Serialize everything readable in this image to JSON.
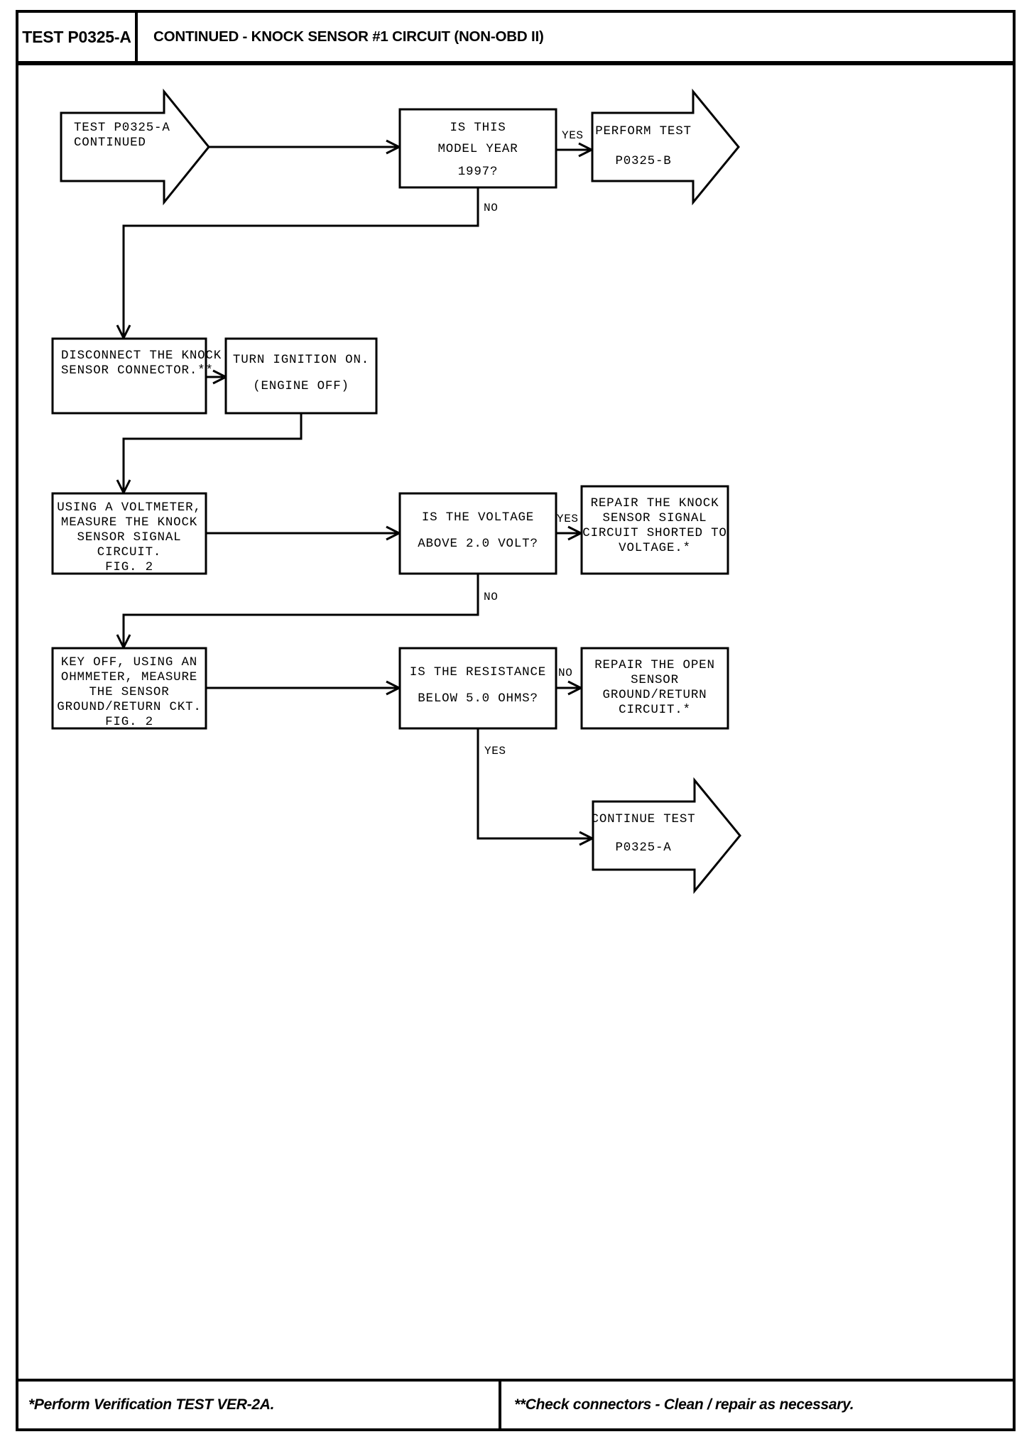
{
  "header": {
    "test_id": "TEST P0325-A",
    "title": "CONTINUED - KNOCK SENSOR #1 CIRCUIT (NON-OBD II)"
  },
  "footer": {
    "note_left": "*Perform Verification TEST VER-2A.",
    "note_right": "**Check connectors - Clean / repair as necessary."
  },
  "chart_data": {
    "type": "diagram",
    "title": "CONTINUED - KNOCK SENSOR #1 CIRCUIT (NON-OBD II)",
    "nodes": [
      {
        "id": "start",
        "shape": "arrow-block",
        "lines": [
          "TEST P0325-A",
          "CONTINUED"
        ],
        "align": "left"
      },
      {
        "id": "q-model-year",
        "shape": "rect",
        "lines": [
          "IS THIS",
          "MODEL YEAR",
          "1997?"
        ],
        "align": "center"
      },
      {
        "id": "perform-test-b",
        "shape": "arrow-block",
        "lines": [
          "PERFORM TEST",
          "P0325-B"
        ],
        "align": "center"
      },
      {
        "id": "disconnect-connector",
        "shape": "rect",
        "lines": [
          "DISCONNECT THE KNOCK",
          "SENSOR CONNECTOR.**"
        ],
        "align": "left"
      },
      {
        "id": "turn-ignition-on",
        "shape": "rect",
        "lines": [
          "TURN IGNITION ON.",
          "(ENGINE OFF)"
        ],
        "align": "center"
      },
      {
        "id": "measure-voltage",
        "shape": "rect",
        "lines": [
          "USING A VOLTMETER,",
          "MEASURE THE KNOCK",
          "SENSOR SIGNAL",
          "CIRCUIT.",
          "FIG. 2"
        ],
        "align": "center"
      },
      {
        "id": "q-voltage",
        "shape": "rect",
        "lines": [
          "IS THE VOLTAGE",
          "ABOVE 2.0 VOLT?"
        ],
        "align": "center"
      },
      {
        "id": "repair-short-voltage",
        "shape": "rect",
        "lines": [
          "REPAIR THE KNOCK",
          "SENSOR SIGNAL",
          "CIRCUIT SHORTED TO",
          "VOLTAGE.*"
        ],
        "align": "center"
      },
      {
        "id": "measure-resistance",
        "shape": "rect",
        "lines": [
          "KEY OFF, USING AN",
          "OHMMETER, MEASURE",
          "THE SENSOR",
          "GROUND/RETURN CKT.",
          "FIG. 2"
        ],
        "align": "center"
      },
      {
        "id": "q-resistance",
        "shape": "rect",
        "lines": [
          "IS THE RESISTANCE",
          "BELOW 5.0 OHMS?"
        ],
        "align": "center"
      },
      {
        "id": "repair-open-ground",
        "shape": "rect",
        "lines": [
          "REPAIR THE OPEN",
          "SENSOR",
          "GROUND/RETURN",
          "CIRCUIT.*"
        ],
        "align": "center"
      },
      {
        "id": "continue-test-a",
        "shape": "arrow-block",
        "lines": [
          "CONTINUE TEST",
          "P0325-A"
        ],
        "align": "center"
      }
    ],
    "edges": [
      {
        "id": "e1",
        "from": "start",
        "to": "q-model-year",
        "label": ""
      },
      {
        "id": "e2",
        "from": "q-model-year",
        "to": "perform-test-b",
        "label": "YES"
      },
      {
        "id": "e3",
        "from": "q-model-year",
        "to": "disconnect-connector",
        "label": "NO"
      },
      {
        "id": "e4",
        "from": "disconnect-connector",
        "to": "turn-ignition-on",
        "label": ""
      },
      {
        "id": "e5",
        "from": "turn-ignition-on",
        "to": "measure-voltage",
        "label": ""
      },
      {
        "id": "e6",
        "from": "measure-voltage",
        "to": "q-voltage",
        "label": ""
      },
      {
        "id": "e7",
        "from": "q-voltage",
        "to": "repair-short-voltage",
        "label": "YES"
      },
      {
        "id": "e8",
        "from": "q-voltage",
        "to": "measure-resistance",
        "label": "NO"
      },
      {
        "id": "e9",
        "from": "measure-resistance",
        "to": "q-resistance",
        "label": ""
      },
      {
        "id": "e10",
        "from": "q-resistance",
        "to": "repair-open-ground",
        "label": "NO"
      },
      {
        "id": "e11",
        "from": "q-resistance",
        "to": "continue-test-a",
        "label": "YES"
      }
    ],
    "edge_labels": {
      "yes_model_year": "YES",
      "no_model_year": "NO",
      "yes_voltage": "YES",
      "no_voltage": "NO",
      "no_resistance": "NO",
      "yes_resistance": "YES"
    },
    "colors": {
      "stroke": "#000000",
      "fill": "#ffffff",
      "text": "#000000"
    }
  }
}
